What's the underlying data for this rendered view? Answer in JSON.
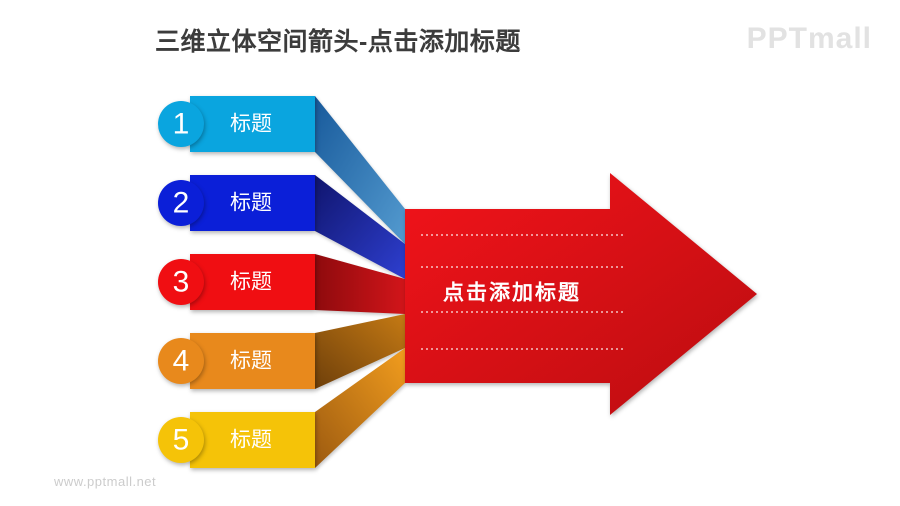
{
  "slide": {
    "background": "#ffffff",
    "title": "三维立体空间箭头-点击添加标题",
    "title_color": "#3c3c3c"
  },
  "brand": {
    "logo": "PPTmall",
    "logo_color": "#e2e2e2",
    "watermark": "www.pptmall.net",
    "watermark_color": "#cccccc"
  },
  "items": [
    {
      "number": "1",
      "label": "标题",
      "color": "#0aa5df",
      "ribbon_from": "#185a9b",
      "ribbon_to": "#549bd0"
    },
    {
      "number": "2",
      "label": "标题",
      "color": "#0b1fd8",
      "ribbon_from": "#10156e",
      "ribbon_to": "#2e3fd0"
    },
    {
      "number": "3",
      "label": "标题",
      "color": "#f00e12",
      "ribbon_from": "#8e0a0d",
      "ribbon_to": "#d2151a"
    },
    {
      "number": "4",
      "label": "标题",
      "color": "#e8891c",
      "ribbon_from": "#6e3f0a",
      "ribbon_to": "#c57a14"
    },
    {
      "number": "5",
      "label": "标题",
      "color": "#f5c308",
      "ribbon_from": "#9c5a10",
      "ribbon_to": "#f29d1e"
    }
  ],
  "arrow": {
    "text": "点击添加标题",
    "text_color": "#ffffff",
    "color_from": "#f2131a",
    "color_to": "#ba0d10",
    "dash_color": "#ffffff"
  }
}
